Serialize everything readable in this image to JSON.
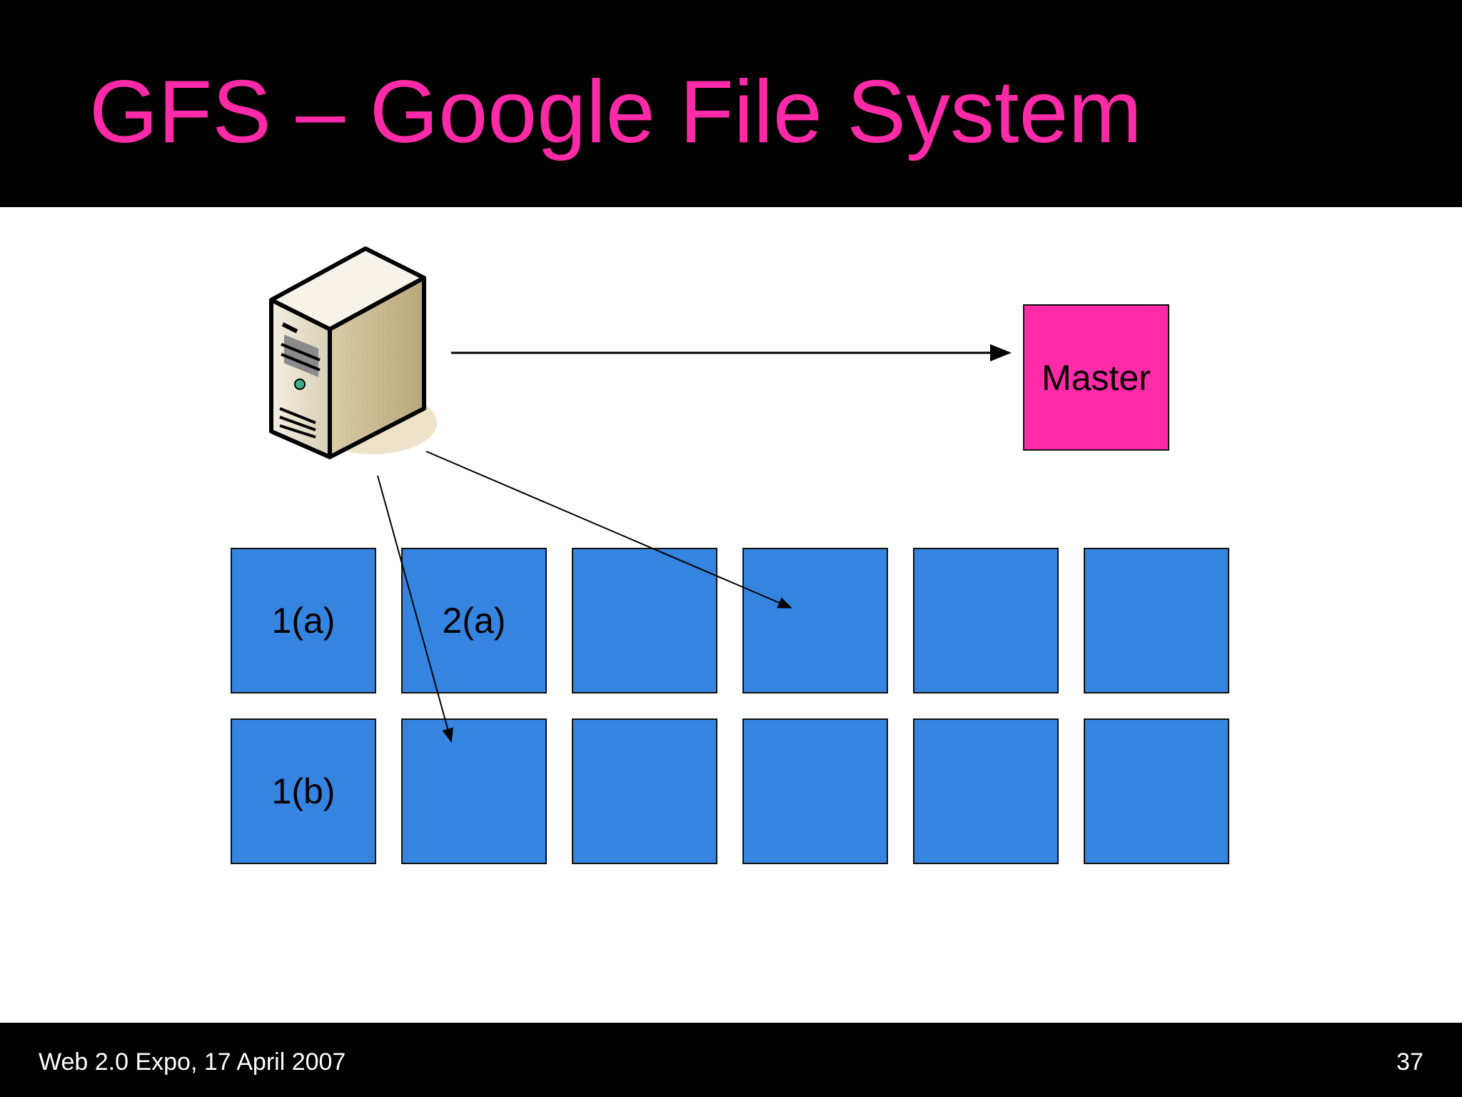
{
  "slide": {
    "title": "GFS – Google File System",
    "footer": "Web 2.0 Expo, 17 April 2007",
    "page_number": "37"
  },
  "diagram": {
    "master_label": "Master",
    "client_icon": "server-icon",
    "chunk_rows": [
      [
        "1(a)",
        "2(a)",
        "",
        "",
        "",
        ""
      ],
      [
        "1(b)",
        "",
        "",
        "",
        "",
        ""
      ]
    ],
    "colors": {
      "title": "#ff2aa8",
      "master": "#ff2aa8",
      "chunk": "#3484e0",
      "bars": "#000000"
    }
  }
}
